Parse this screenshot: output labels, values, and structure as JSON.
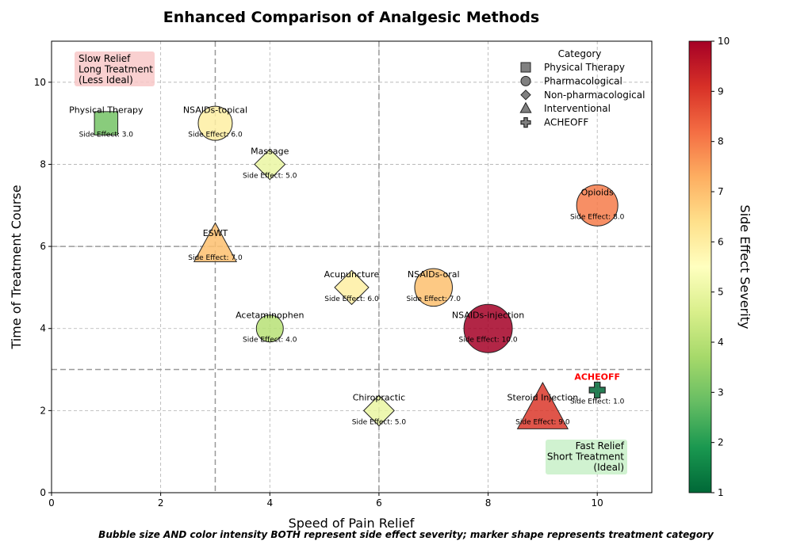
{
  "chart_data": {
    "type": "scatter",
    "title": "Enhanced Comparison of Analgesic Methods",
    "xlabel": "Speed of Pain Relief",
    "ylabel": "Time of Treatment Course",
    "xlim": [
      0,
      11
    ],
    "ylim": [
      0,
      11
    ],
    "xticks": [
      0,
      2,
      4,
      6,
      8,
      10
    ],
    "yticks": [
      0,
      2,
      4,
      6,
      8,
      10
    ],
    "grid": true,
    "reference_lines": {
      "x": [
        3,
        6
      ],
      "y": [
        3,
        6
      ]
    },
    "side_effect_prefix": "Side Effect: ",
    "points": [
      {
        "name": "Physical Therapy",
        "category": "Physical Therapy",
        "x": 1,
        "y": 9,
        "side_effect": 3.0,
        "side_effect_label": "3.0"
      },
      {
        "name": "NSAIDs-topical",
        "category": "Pharmacological",
        "x": 3,
        "y": 9,
        "side_effect": 6.0,
        "side_effect_label": "6.0"
      },
      {
        "name": "Massage",
        "category": "Non-pharmacological",
        "x": 4,
        "y": 8,
        "side_effect": 5.0,
        "side_effect_label": "5.0"
      },
      {
        "name": "Opioids",
        "category": "Pharmacological",
        "x": 10,
        "y": 7,
        "side_effect": 8.0,
        "side_effect_label": "8.0"
      },
      {
        "name": "ESWT",
        "category": "Interventional",
        "x": 3,
        "y": 6,
        "side_effect": 7.0,
        "side_effect_label": "7.0"
      },
      {
        "name": "Acupuncture",
        "category": "Non-pharmacological",
        "x": 5.5,
        "y": 5,
        "side_effect": 6.0,
        "side_effect_label": "6.0"
      },
      {
        "name": "NSAIDs-oral",
        "category": "Pharmacological",
        "x": 7,
        "y": 5,
        "side_effect": 7.0,
        "side_effect_label": "7.0"
      },
      {
        "name": "Acetaminophen",
        "category": "Pharmacological",
        "x": 4,
        "y": 4,
        "side_effect": 4.0,
        "side_effect_label": "4.0"
      },
      {
        "name": "NSAIDs-injection",
        "category": "Pharmacological",
        "x": 8,
        "y": 4,
        "side_effect": 10.0,
        "side_effect_label": "10.0"
      },
      {
        "name": "ACHEOFF",
        "category": "ACHEOFF",
        "x": 10,
        "y": 2.5,
        "side_effect": 1.0,
        "side_effect_label": "1.0",
        "highlight": true
      },
      {
        "name": "Chiropractic",
        "category": "Non-pharmacological",
        "x": 6,
        "y": 2,
        "side_effect": 5.0,
        "side_effect_label": "5.0"
      },
      {
        "name": "Steroid Injection",
        "category": "Interventional",
        "x": 9,
        "y": 2,
        "side_effect": 9.0,
        "side_effect_label": "9.0"
      }
    ],
    "legend": {
      "title": "Category",
      "placement": "top-right",
      "entries": [
        {
          "label": "Physical Therapy",
          "shape": "square"
        },
        {
          "label": "Pharmacological",
          "shape": "circle"
        },
        {
          "label": "Non-pharmacological",
          "shape": "diamond"
        },
        {
          "label": "Interventional",
          "shape": "triangle"
        },
        {
          "label": "ACHEOFF",
          "shape": "plus"
        }
      ]
    },
    "annotations": {
      "top_left": [
        "Slow Relief",
        "Long Treatment",
        "(Less Ideal)"
      ],
      "bottom_right": [
        "Fast Relief",
        "Short Treatment",
        "(Ideal)"
      ]
    },
    "colorbar": {
      "label": "Side Effect Severity",
      "min": 1,
      "max": 10,
      "ticks": [
        1,
        2,
        3,
        4,
        5,
        6,
        7,
        8,
        9,
        10
      ],
      "colormap": "RdYlGn_r"
    },
    "caption": "Bubble size AND color intensity BOTH represent side effect severity; marker shape represents treatment category"
  },
  "colors": {
    "top_left_box": "#f8c8c8",
    "bottom_right_box": "#c8f0c8",
    "highlight_label": "#ff0000",
    "grid": "#b0b0b0",
    "reference_line": "#999999"
  }
}
